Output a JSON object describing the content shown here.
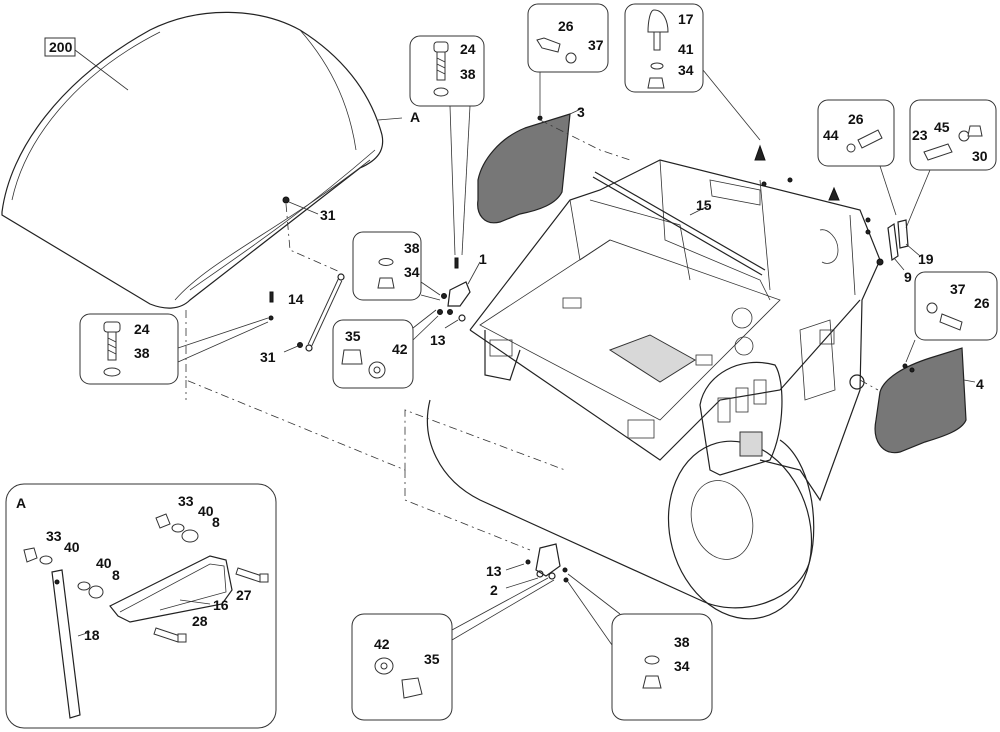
{
  "diagram": {
    "callouts": {
      "c200": "200",
      "cA": "A",
      "c31a": "31",
      "c31b": "31",
      "c14": "14",
      "c24a": "24",
      "c38a": "38",
      "c24b": "24",
      "c38b": "38",
      "c38c": "38",
      "c34a": "34",
      "c1": "1",
      "c13a": "13",
      "c35a": "35",
      "c42a": "42",
      "c26a": "26",
      "c37a": "37",
      "c3": "3",
      "c17": "17",
      "c41": "41",
      "c34b": "34",
      "c15": "15",
      "c26b": "26",
      "c44": "44",
      "c23": "23",
      "c45": "45",
      "c30": "30",
      "c19": "19",
      "c9": "9",
      "c37b": "37",
      "c26c": "26",
      "c4": "4",
      "detailA": "A",
      "c33a": "33",
      "c40a": "40",
      "c8a": "8",
      "c33b": "33",
      "c40b": "40",
      "c40c": "40",
      "c8b": "8",
      "c27": "27",
      "c16": "16",
      "c28": "28",
      "c18": "18",
      "c13b": "13",
      "c2": "2",
      "c42b": "42",
      "c35b": "35",
      "c38d": "38",
      "c34c": "34"
    }
  }
}
